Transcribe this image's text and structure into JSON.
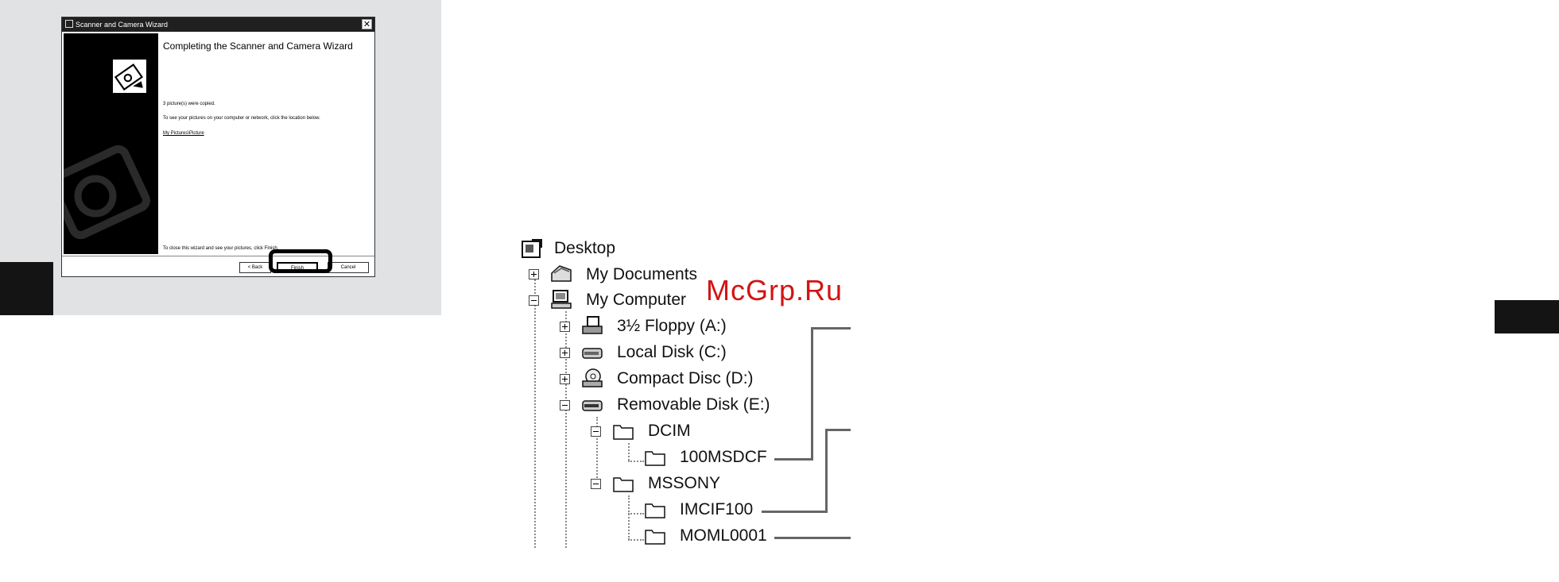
{
  "wizard": {
    "title": "Scanner and Camera Wizard",
    "close_glyph": "✕",
    "heading": "Completing the Scanner and Camera Wizard",
    "message": "3 picture(s) were copied.",
    "instruction": "To see your pictures on your computer or network, click the location below.",
    "link": "My Pictures\\Picture",
    "footer": "To close this wizard and see your pictures, click Finish.",
    "back_label": "< Back",
    "finish_label": "Finish",
    "cancel_label": "Cancel"
  },
  "tree": {
    "desktop": "Desktop",
    "my_documents": "My Documents",
    "my_computer": "My Computer",
    "floppy": "3½ Floppy (A:)",
    "local_disk": "Local Disk (C:)",
    "compact_disc": "Compact Disc (D:)",
    "removable_disk": "Removable Disk (E:)",
    "dcim": "DCIM",
    "folder_100msdcf": "100MSDCF",
    "mssony": "MSSONY",
    "imcif100": "IMCIF100",
    "moml0001": "MOML0001"
  },
  "watermark": "McGrp.Ru",
  "colors": {
    "panel": "#e1e2e3",
    "watermark": "#d21414"
  }
}
